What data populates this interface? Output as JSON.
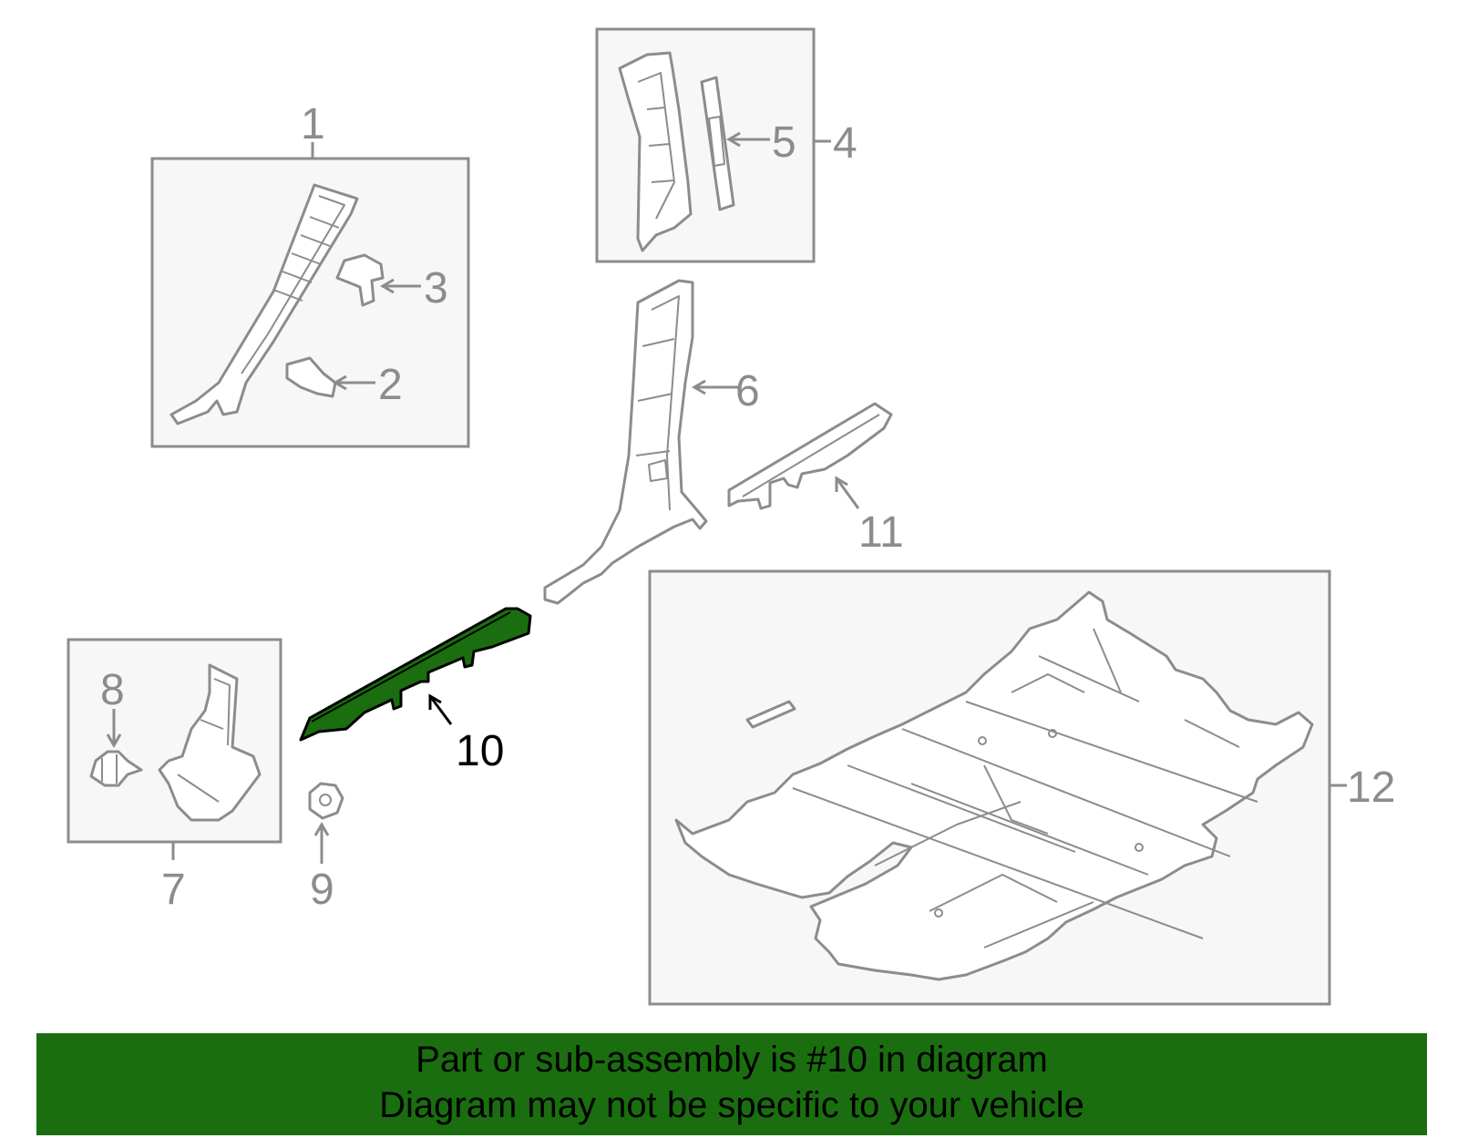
{
  "diagram": {
    "callouts": {
      "c1": "1",
      "c2": "2",
      "c3": "3",
      "c4": "4",
      "c5": "5",
      "c6": "6",
      "c7": "7",
      "c8": "8",
      "c9": "9",
      "c10": "10",
      "c11": "11",
      "c12": "12"
    },
    "highlight_part": "10",
    "colors": {
      "highlight_fill": "#1a6e0f",
      "line_gray": "#8c8c8c",
      "banner_bg": "#1a6e0f"
    }
  },
  "banner": {
    "line1": "Part or sub-assembly is #10 in diagram",
    "line2": "Diagram may not be specific to your vehicle"
  }
}
